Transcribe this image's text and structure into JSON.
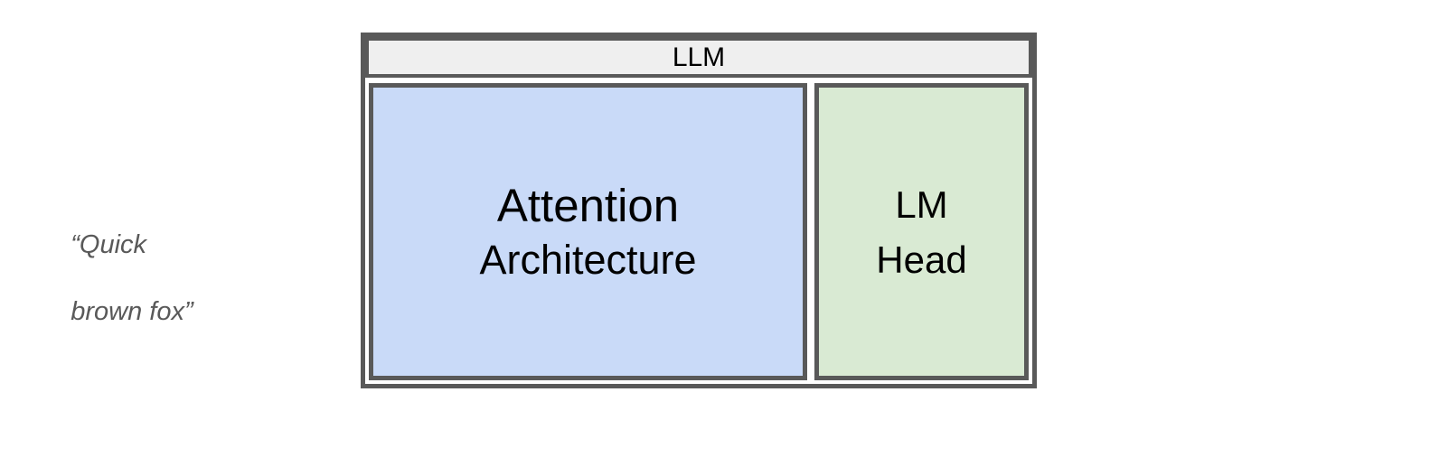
{
  "page": {
    "background_color": "#ffffff"
  },
  "input_text": {
    "line1": "“Quick",
    "line2": "brown fox”",
    "color": "#595959"
  },
  "llm_diagram": {
    "header_label": "LLM",
    "header_bg_color": "#efefef",
    "border_color": "#595959",
    "attention_box": {
      "title": "Attention",
      "subtitle": "Architecture",
      "bg_color": "#c9daf8"
    },
    "lm_head_box": {
      "line1": "LM",
      "line2": "Head",
      "bg_color": "#d9ead3"
    }
  }
}
